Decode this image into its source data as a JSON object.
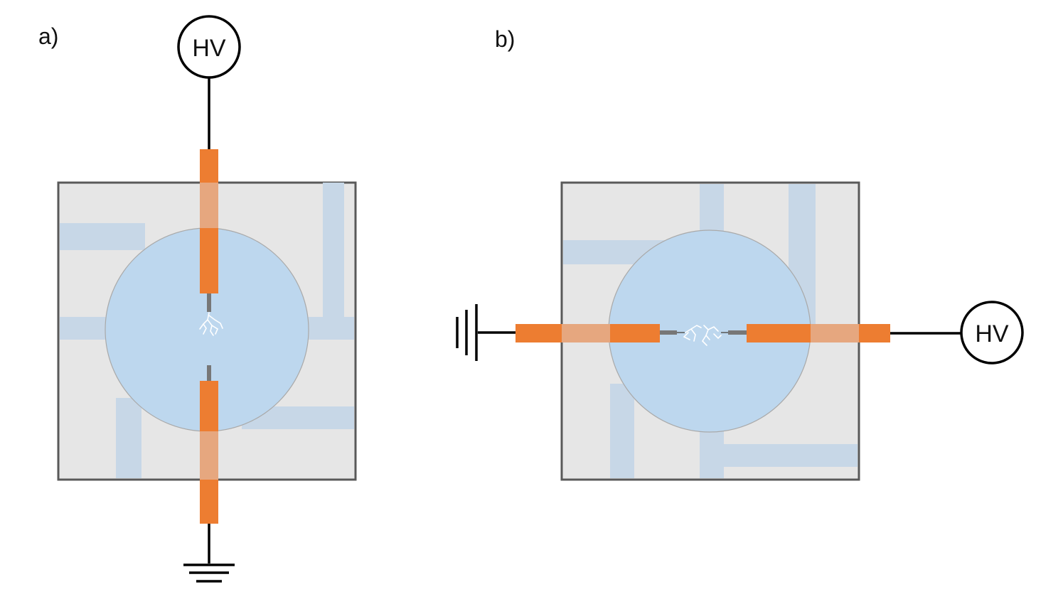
{
  "panels": [
    {
      "label": "a)",
      "source_label": "HV"
    },
    {
      "label": "b)",
      "source_label": "HV"
    }
  ],
  "colors": {
    "background": "#ffffff",
    "chamber_fill": "#e6e6e6",
    "chamber_border": "#595959",
    "channel": "#c7d7e7",
    "droplet": "#bdd7ee",
    "electrode": "#ed7d31",
    "electrode_overlap": "#e6a77f",
    "wire": "#000000"
  }
}
